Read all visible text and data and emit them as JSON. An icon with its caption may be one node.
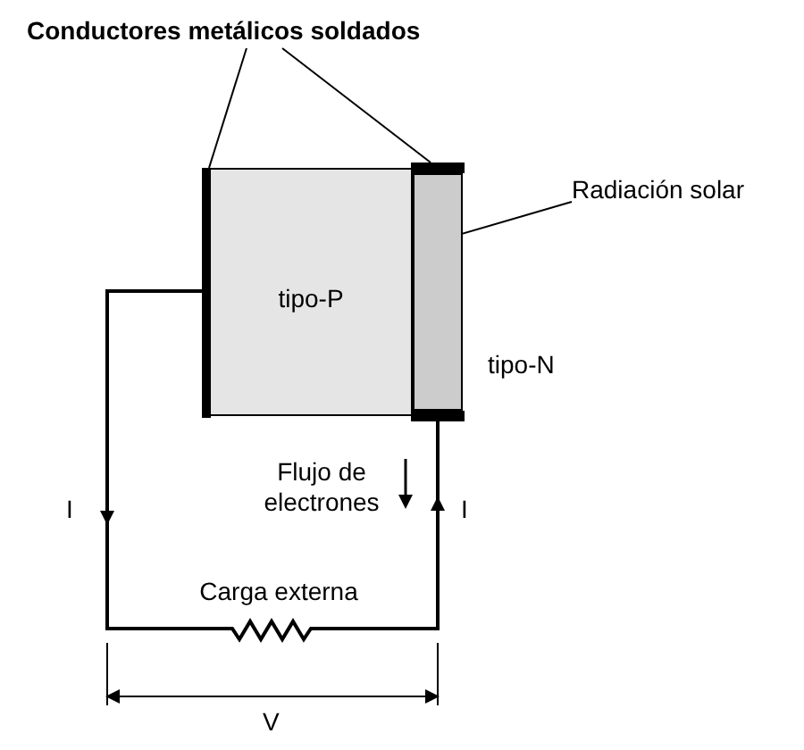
{
  "diagram": {
    "nodes": [
      {
        "text": [
          "Conductores metálicos soldados"
        ]
      },
      {
        "text": [],
        "shape": "bar"
      },
      {
        "text": [],
        "shape": "bar"
      },
      {
        "text": [
          "tipo-P"
        ]
      },
      {
        "text": [
          "tipo-N"
        ]
      },
      {
        "text": [
          "Radiación solar"
        ]
      },
      {
        "text": [],
        "shape": "bar"
      },
      {
        "text": [
          "Carga externa"
        ]
      }
    ],
    "edges": [
      {
        "from": 0,
        "to": 1,
        "arrow": "none"
      },
      {
        "from": 0,
        "to": 2,
        "arrow": "none"
      },
      {
        "from": 5,
        "to": 4,
        "arrow": "none"
      },
      {
        "from": 1,
        "to": 7,
        "arrow": "to"
      },
      {
        "from": 7,
        "to": 6,
        "arrow": "to"
      }
    ],
    "labels": [
      "I",
      "Flujo de electrones",
      "I",
      "V"
    ]
  }
}
